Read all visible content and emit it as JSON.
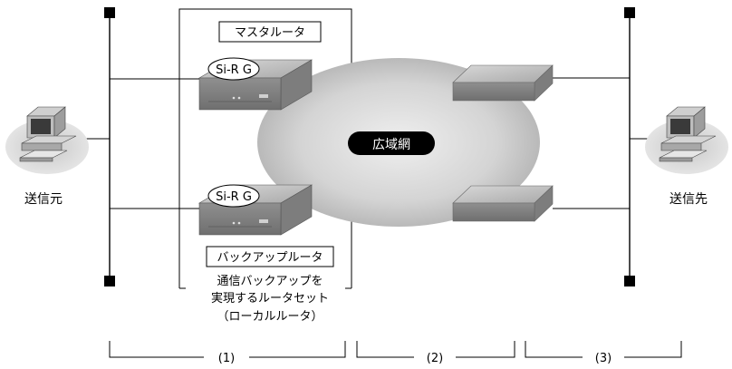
{
  "labels": {
    "source": "送信元",
    "destination": "送信先",
    "master_router": "マスタルータ",
    "backup_router": "バックアップルータ",
    "router_model_1": "Si-R G",
    "router_model_2": "Si-R G",
    "wan": "広域網",
    "router_set_line1": "通信バックアップを",
    "router_set_line2": "実現するルータセット",
    "router_set_line3": "（ローカルルータ）",
    "segment_1": "(1)",
    "segment_2": "(2)",
    "segment_3": "(3)"
  },
  "colors": {
    "line": "#000000",
    "cloud_center": "#ebebeb",
    "cloud_edge": "#b6b6b6",
    "device_body": "#9a9a9a",
    "device_top": "#c4c4c4"
  }
}
